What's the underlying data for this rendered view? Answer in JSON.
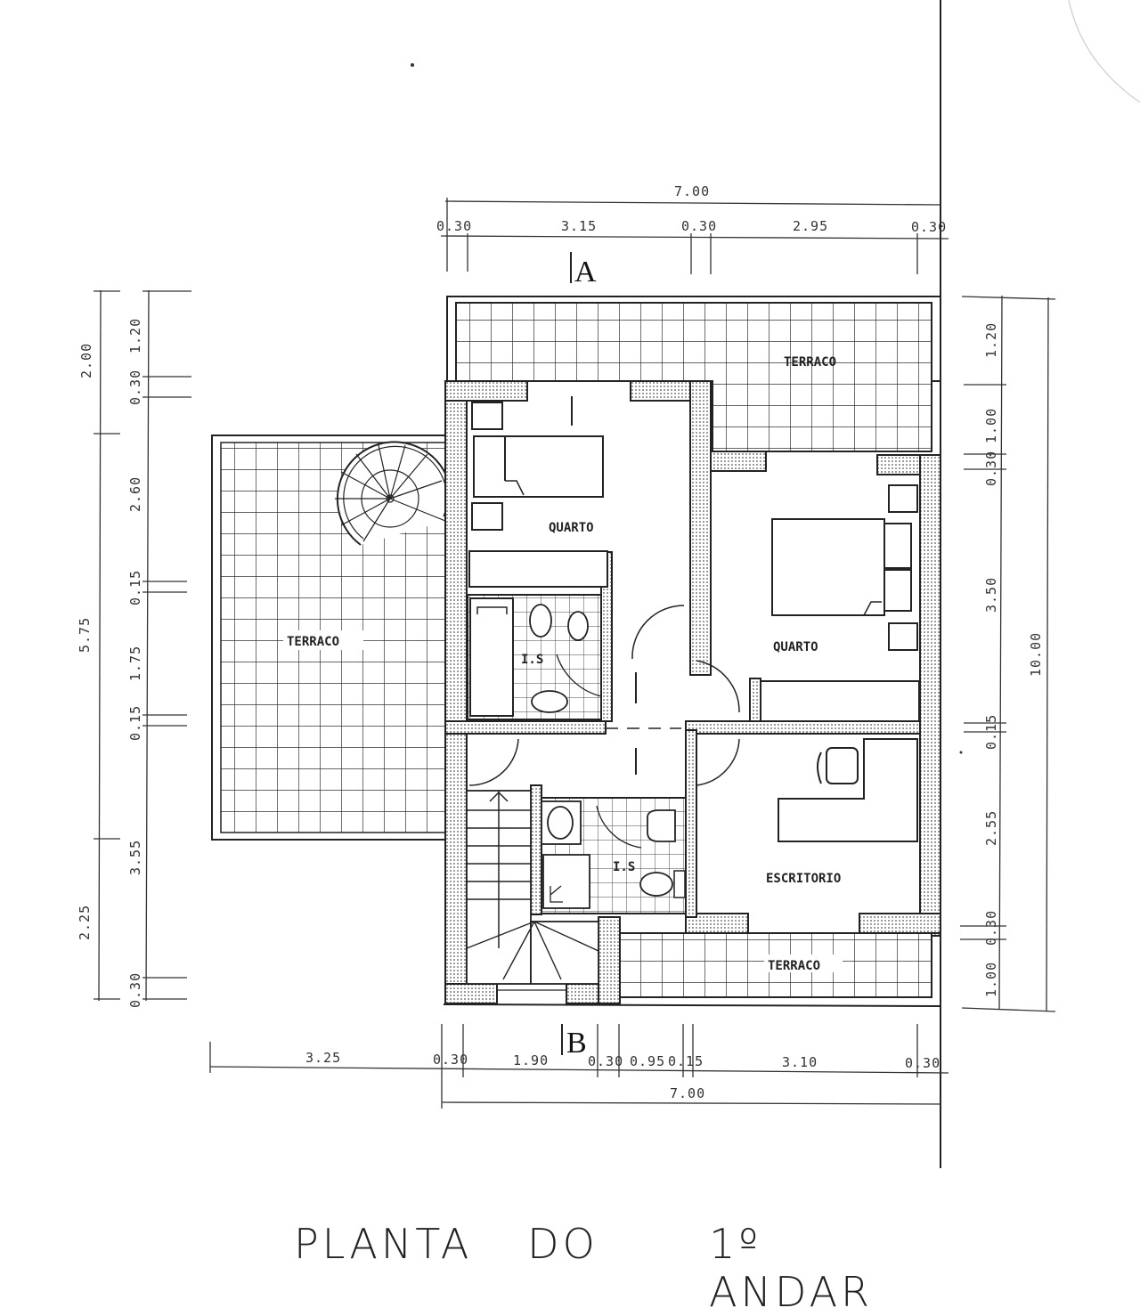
{
  "drawing": {
    "title": {
      "word1": "PLANTA",
      "word2": "DO",
      "word3": "1º ANDAR"
    },
    "section_marks": {
      "top": "A",
      "bottom": "B"
    },
    "rooms": {
      "bedroom_1": "QUARTO",
      "bedroom_2": "QUARTO",
      "office": "ESCRITORIO",
      "terrace_top": "TERRACO",
      "terrace_left": "TERRACO",
      "terrace_bottom": "TERRACO",
      "bathroom_1": "I.S",
      "bathroom_2": "I.S"
    },
    "dimensions": {
      "top_total": "7.00",
      "top": [
        "0.30",
        "3.15",
        "0.30",
        "2.95",
        "0.30"
      ],
      "bottom_total": "7.00",
      "bottom": [
        "3.25",
        "0.30",
        "1.90",
        "0.30",
        "0.95",
        "0.15",
        "3.10",
        "0.30"
      ],
      "left_outer": [
        "2.00",
        "5.75",
        "2.25"
      ],
      "left_inner": [
        "1.20",
        "0.30",
        "2.60",
        "0.15",
        "1.75",
        "0.15",
        "3.55",
        "0.30"
      ],
      "right_inner": [
        "1.20",
        "1.00",
        "0.30",
        "3.50",
        "0.15",
        "2.55",
        "0.30",
        "1.00"
      ],
      "right_total": "10.00"
    },
    "colors": {
      "ink": "#222222",
      "paper": "#ffffff"
    }
  }
}
